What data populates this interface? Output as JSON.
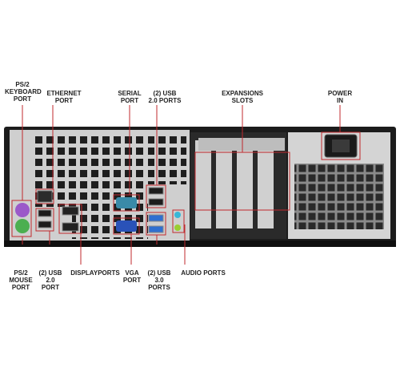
{
  "labels_top": {
    "ps2_keyboard": [
      "PS/2",
      "KEYBOARD",
      "PORT"
    ],
    "ethernet": [
      "ETHERNET",
      "PORT"
    ],
    "serial": [
      "SERIAL",
      "PORT"
    ],
    "usb20_top": [
      "(2) USB",
      "2.0 PORTS"
    ],
    "expansion": [
      "EXPANSIONS",
      "SLOTS"
    ],
    "power": [
      "POWER",
      "IN"
    ]
  },
  "labels_bottom": {
    "ps2_mouse": [
      "PS/2",
      "MOUSE",
      "PORT"
    ],
    "usb20_bottom": [
      "(2) USB",
      "2.0",
      "PORT"
    ],
    "displayports": [
      "DISPLAYPORTS"
    ],
    "vga": [
      "VGA",
      "PORT"
    ],
    "usb30": [
      "(2) USB",
      "3.0",
      "PORTS"
    ],
    "audio": [
      "AUDIO PORTS"
    ]
  },
  "colors": {
    "callout": "#c0282d",
    "chassis": "#1c1c1c",
    "panel": "#cfcfcf",
    "vga_blue": "#2a52b8",
    "serial_teal": "#3a8aa8",
    "usb3_blue": "#2f6fd0",
    "ps2_green": "#4caf50",
    "ps2_purple": "#9b59c9",
    "audio_lime": "#9acd32",
    "audio_cyan": "#39b7d7"
  }
}
